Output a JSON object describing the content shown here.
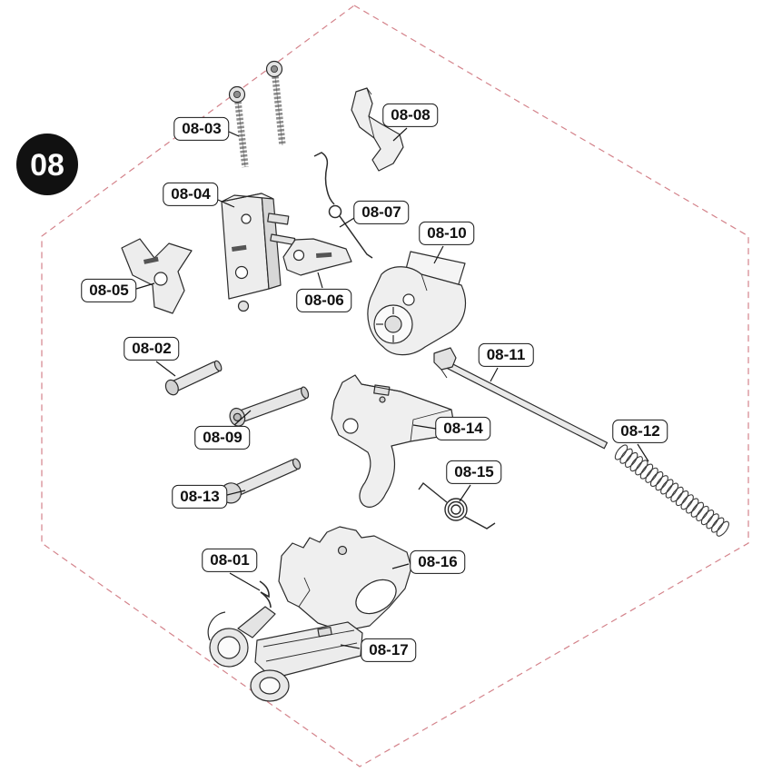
{
  "diagram": {
    "badge": "08",
    "badge_color": "#111111",
    "border_color": "#d4838b",
    "labels": [
      {
        "id": "08-01",
        "text": "08-01"
      },
      {
        "id": "08-02",
        "text": "08-02"
      },
      {
        "id": "08-03",
        "text": "08-03"
      },
      {
        "id": "08-04",
        "text": "08-04"
      },
      {
        "id": "08-05",
        "text": "08-05"
      },
      {
        "id": "08-06",
        "text": "08-06"
      },
      {
        "id": "08-07",
        "text": "08-07"
      },
      {
        "id": "08-08",
        "text": "08-08"
      },
      {
        "id": "08-09",
        "text": "08-09"
      },
      {
        "id": "08-10",
        "text": "08-10"
      },
      {
        "id": "08-11",
        "text": "08-11"
      },
      {
        "id": "08-12",
        "text": "08-12"
      },
      {
        "id": "08-13",
        "text": "08-13"
      },
      {
        "id": "08-14",
        "text": "08-14"
      },
      {
        "id": "08-15",
        "text": "08-15"
      },
      {
        "id": "08-16",
        "text": "08-16"
      },
      {
        "id": "08-17",
        "text": "08-17"
      }
    ]
  }
}
